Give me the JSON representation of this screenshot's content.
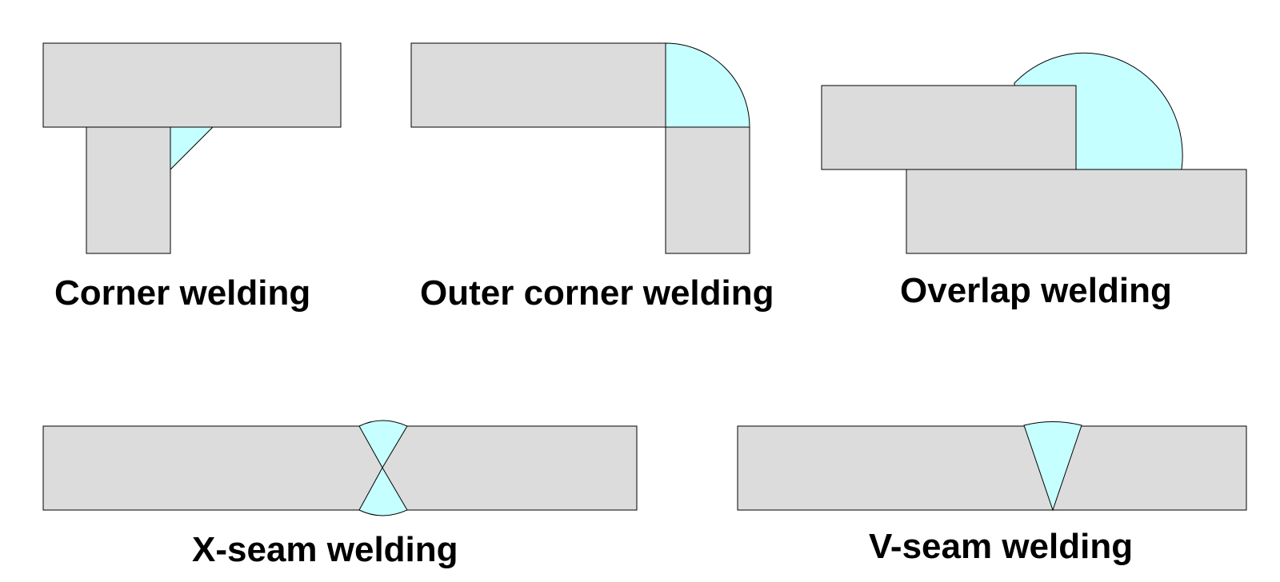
{
  "colors": {
    "plate_fill": "#dcdcdc",
    "weld_fill": "#c6ffff",
    "outline": "#000000",
    "caption": "#000000",
    "background": "#ffffff"
  },
  "figures": {
    "corner": {
      "caption": "Corner welding"
    },
    "outer_corner": {
      "caption": "Outer corner welding"
    },
    "overlap": {
      "caption": "Overlap welding"
    },
    "x_seam": {
      "caption": "X-seam welding"
    },
    "v_seam": {
      "caption": "V-seam welding"
    }
  }
}
